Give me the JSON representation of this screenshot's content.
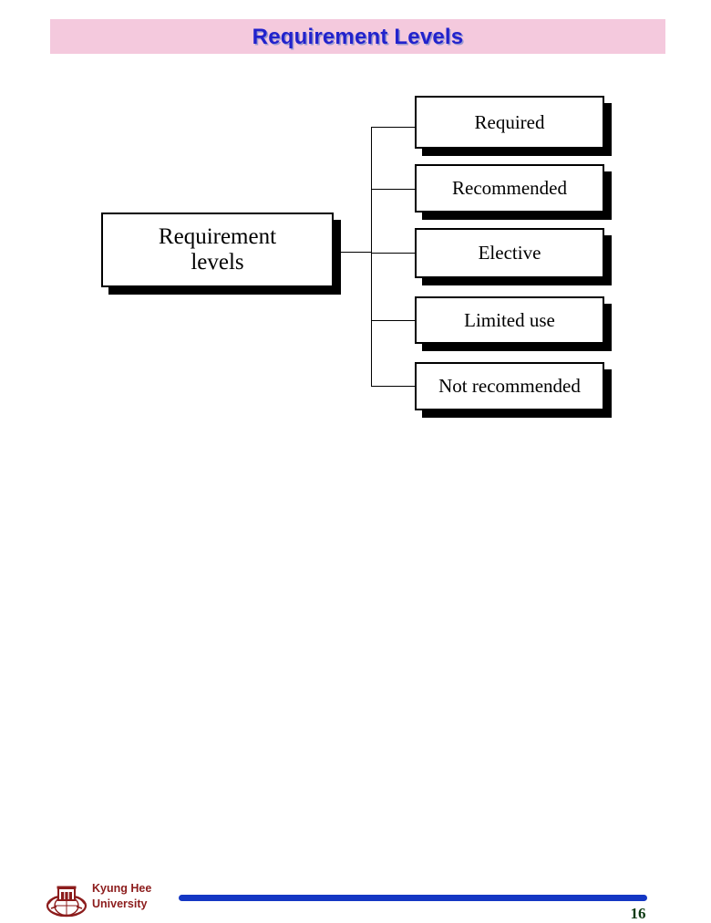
{
  "slide": {
    "title": "Requirement Levels",
    "background_color": "#ffffff",
    "title_band_color": "#f4c9dd",
    "title_text_color": "#2222cc"
  },
  "diagram": {
    "type": "tree",
    "root": {
      "label_line1": "Requirement",
      "label_line2": "levels"
    },
    "leaves": [
      {
        "label": "Required"
      },
      {
        "label": "Recommended"
      },
      {
        "label": "Elective"
      },
      {
        "label": "Limited use"
      },
      {
        "label": "Not recommended"
      }
    ]
  },
  "footer": {
    "logo_icon": "kyung-hee-crest-icon",
    "org_line1": "Kyung Hee",
    "org_line2": "University",
    "org_color": "#8c1c1c",
    "rule_color": "#1437c4",
    "page_number": "16",
    "page_number_color": "#0d3b13"
  }
}
